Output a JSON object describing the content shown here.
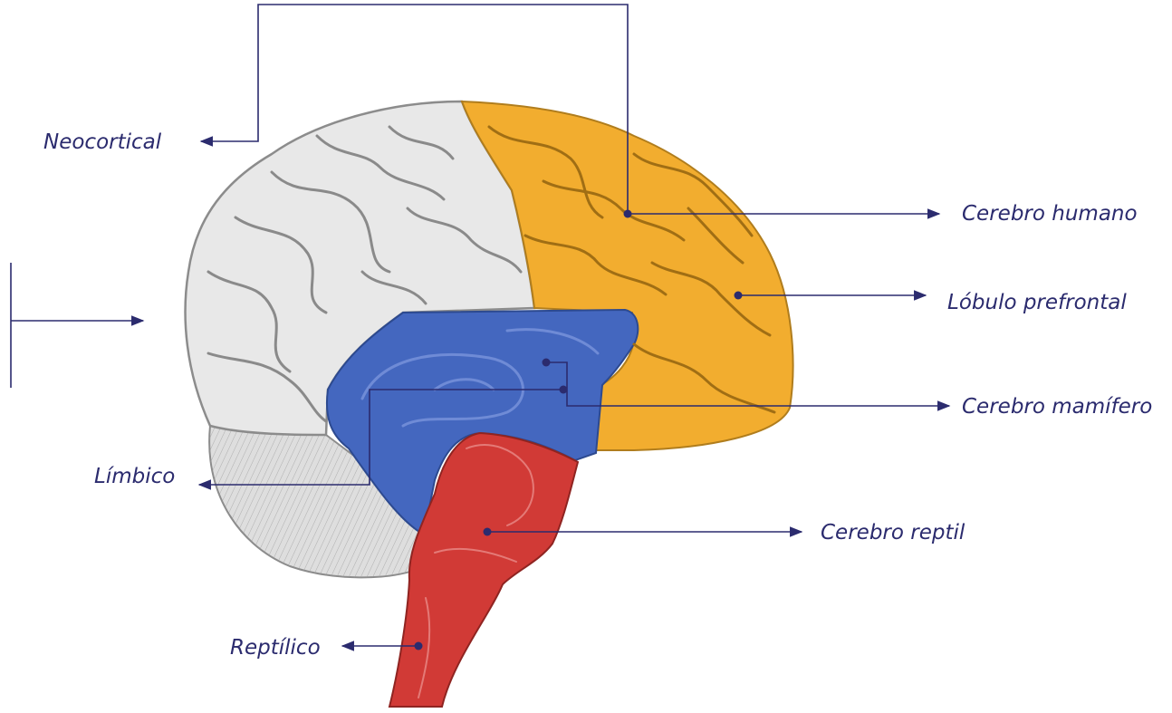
{
  "labels": {
    "neocortical": "Neocortical",
    "limbico": "Límbico",
    "reptilico": "Reptílico",
    "cerebro_humano": "Cerebro humano",
    "lobulo_prefrontal": "Lóbulo prefrontal",
    "cerebro_mamifero": "Cerebro mamífero",
    "cerebro_reptil": "Cerebro reptil"
  },
  "colors": {
    "line": "#2b2b6e",
    "neocortex_gray": "#e6e6e6",
    "frontal_orange": "#f2ad2f",
    "limbic_blue": "#4467bf",
    "reptilian_red": "#d13a36",
    "cerebellum": "#dcdcdc"
  }
}
